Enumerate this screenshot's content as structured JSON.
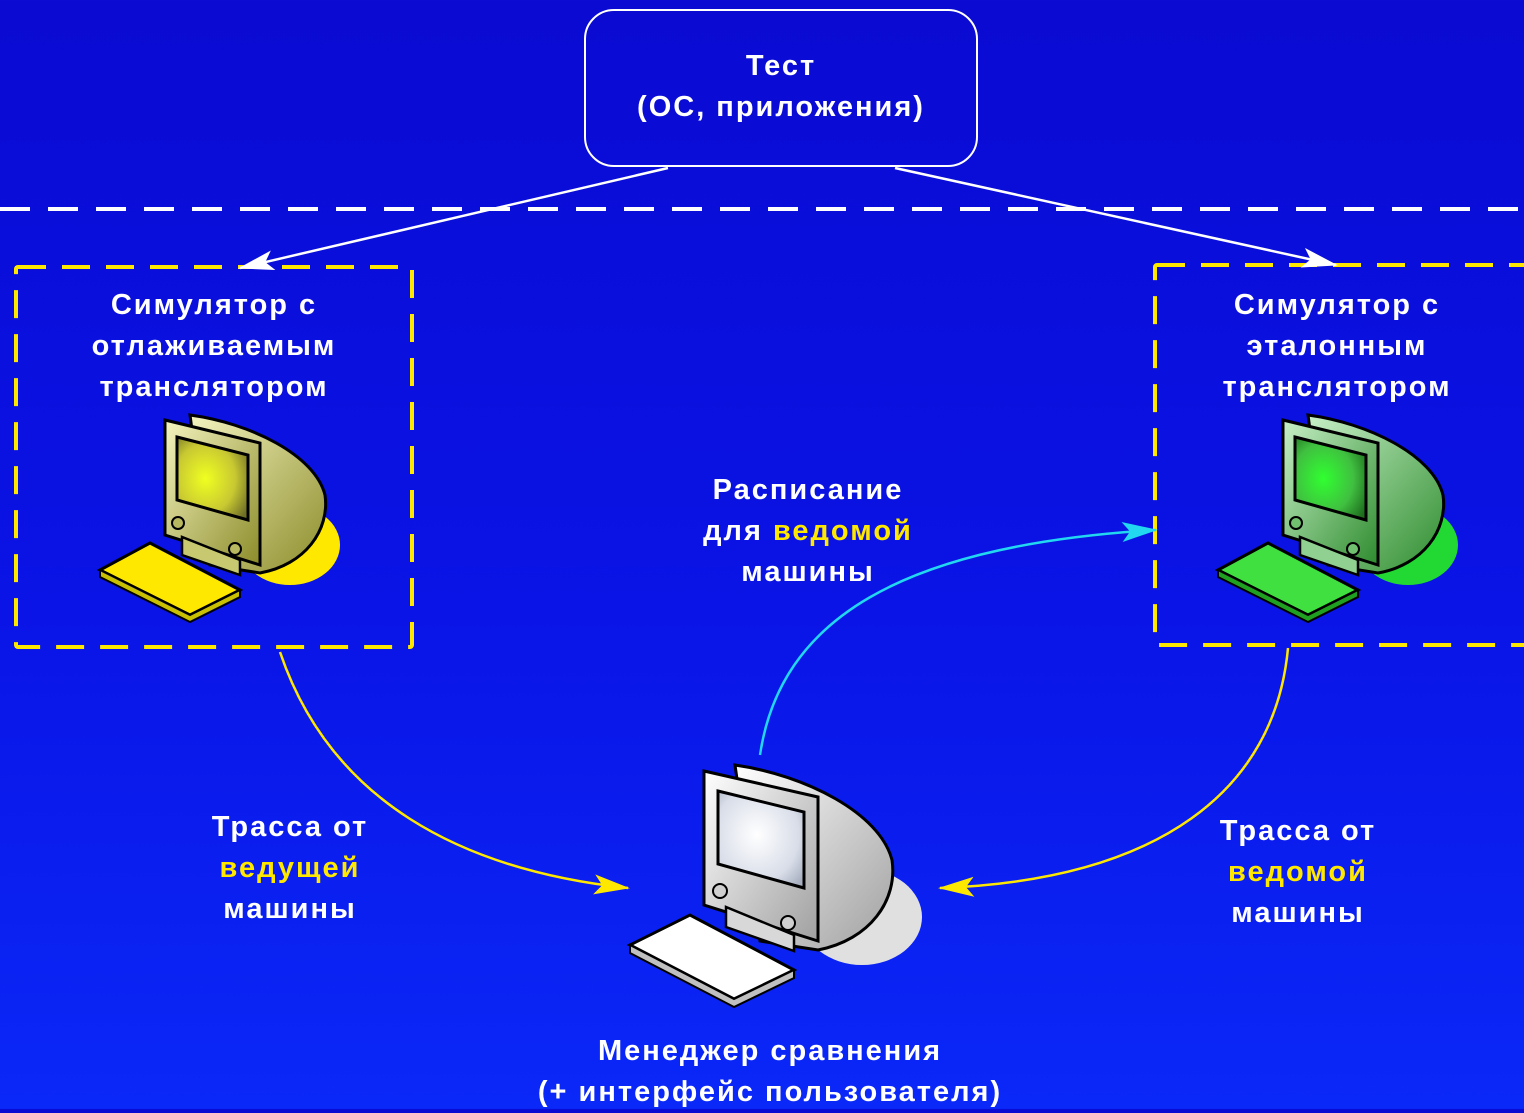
{
  "test_node": {
    "line1": "Тест",
    "line2": "(ОС, приложения)"
  },
  "left_simulator": {
    "line1": "Симулятор с",
    "line2": "отлаживаемым",
    "line3": "транслятором",
    "icon": "computer-yellow-icon"
  },
  "right_simulator": {
    "line1": "Симулятор с",
    "line2": "эталонным",
    "line3": "транслятором",
    "icon": "computer-green-icon"
  },
  "schedule_label": {
    "line1": "Расписание",
    "line2_a": "для",
    "line2_b": "ведомой",
    "line3": "машины"
  },
  "left_trace_label": {
    "line1": "Трасса от",
    "line2": "ведущей",
    "line3": "машины"
  },
  "right_trace_label": {
    "line1": "Трасса от",
    "line2": "ведомой",
    "line3": "машины"
  },
  "manager": {
    "line1": "Менеджер сравнения",
    "line2": "(+ интерфейс пользователя)",
    "icon": "computer-white-icon"
  },
  "colors": {
    "background": "#0a14e6",
    "highlight_text": "#ffe800",
    "dashed_box": "#ffe800",
    "trace_arrow": "#ffe800",
    "schedule_arrow": "#22d8f0",
    "boundary_line": "#ffffff"
  }
}
